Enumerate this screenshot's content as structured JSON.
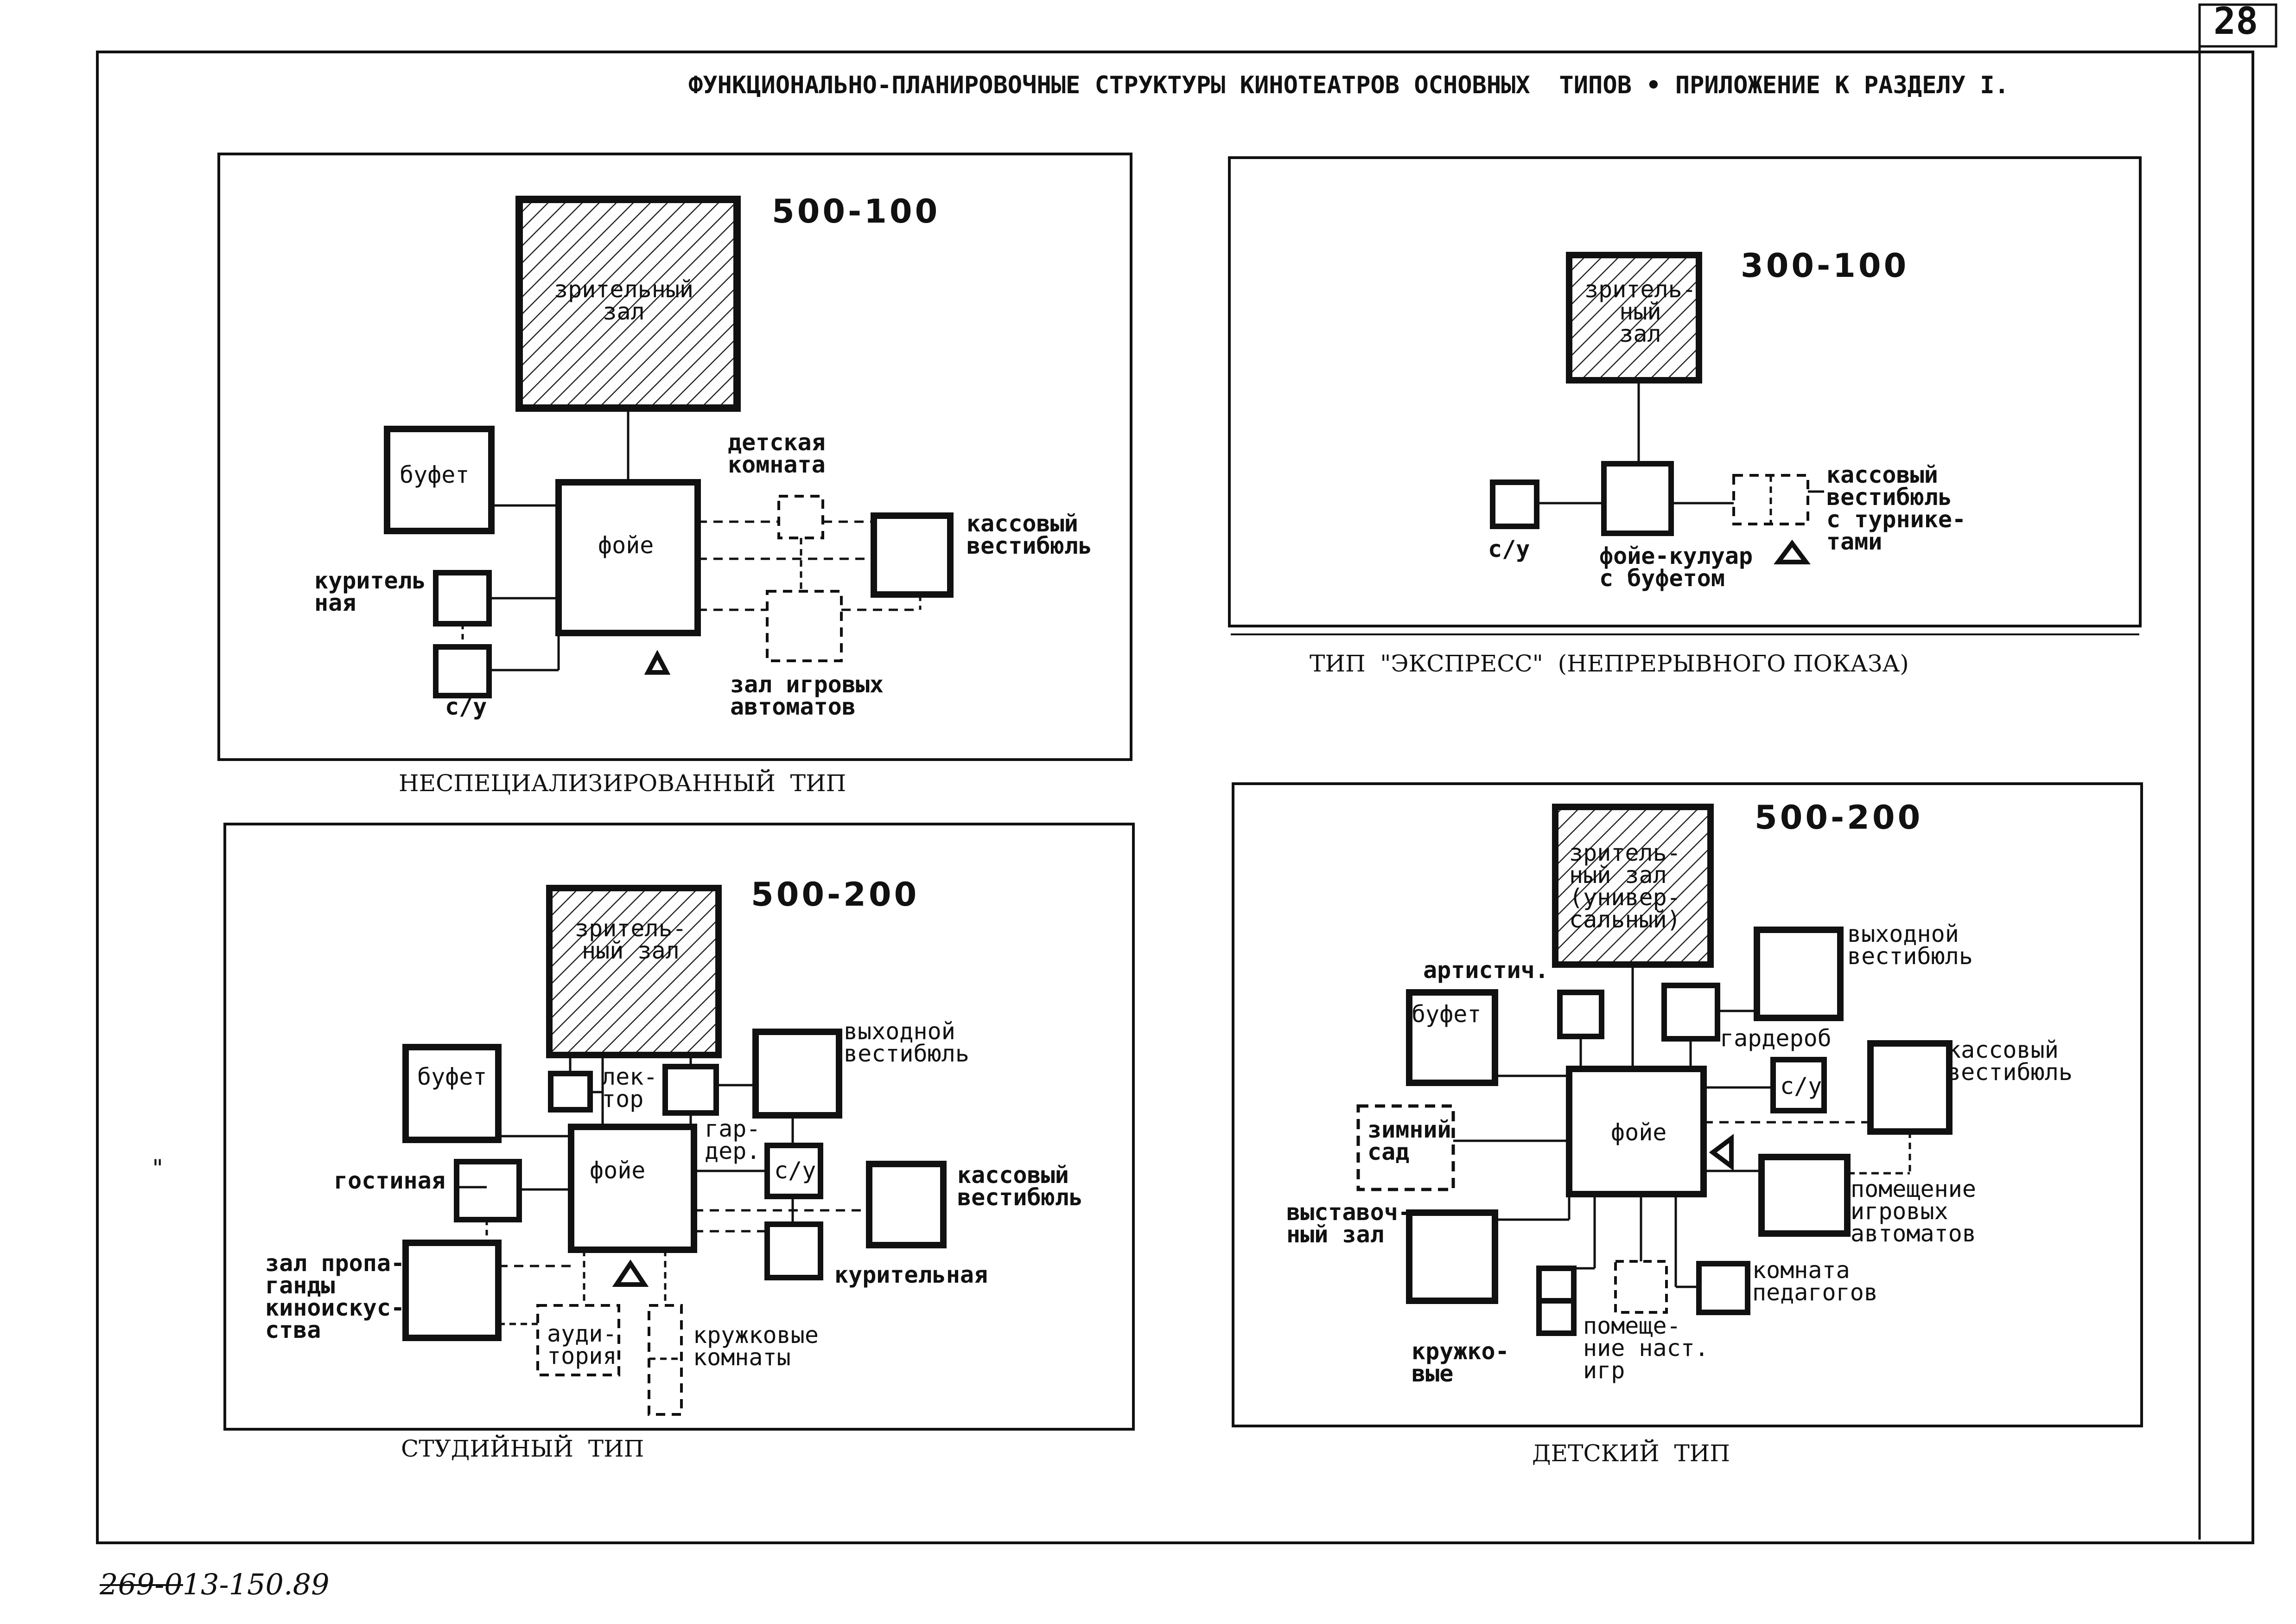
{
  "sheet": {
    "page_number": "28",
    "title": "ФУНКЦИОНАЛЬНО-ПЛАНИРОВОЧНЫЕ СТРУКТУРЫ КИНОТЕАТРОВ ОСНОВНЫХ  ТИПОВ • ПРИЛОЖЕНИЕ К РАЗДЕЛУ I.",
    "doc_code": "269-013-150.89",
    "stray_mark": "\""
  },
  "panels": {
    "nonspecialized": {
      "code": "500-100",
      "caption": "НЕСПЕЦИАЛИЗИРОВАННЫЙ  ТИП",
      "hall": "зрительный\nзал",
      "foyer": "фойе",
      "buffet": "буфет",
      "smoking": "куритель\nная",
      "wc": "с/у",
      "kids_room": "детская\nкомната",
      "ticket_lobby": "кассовый\nвестибюль",
      "arcade": "зал игровых\nавтоматов"
    },
    "express": {
      "code": "300-100",
      "caption": "ТИП  \"ЭКСПРЕСС\"  (НЕПРЕРЫВНОГО ПОКАЗА)",
      "hall": "зритель-\nный\nзал",
      "wc": "с/у",
      "foyer": "фойе-кулуар\nс буфетом",
      "ticket_lobby": "кассовый\nвестибюль\nс турнике-\nтами"
    },
    "studio": {
      "code": "500-200",
      "caption": "СТУДИЙНЫЙ  ТИП",
      "hall": "зритель-\nный зал",
      "buffet": "буфет",
      "lecture": "лек-\nтор",
      "wardrobe": "гар-\nдер.",
      "exit_lobby": "выходной\nвестибюль",
      "foyer": "фойе",
      "wc": "с/у",
      "lounge": "гостиная",
      "ticket_lobby": "кассовый\nвестибюль",
      "propaganda": "зал пропа-\nганды\nкиноискус-\nства",
      "smoking": "курительная",
      "auditorium": "ауди-\nтория",
      "clubs": "кружковые\nкомнаты"
    },
    "children": {
      "code": "500-200",
      "caption": "ДЕТСКИЙ  ТИП",
      "hall": "зритель-\nный зал\n(универ-\nсальный)",
      "exit_lobby": "выходной\nвестибюль",
      "artist": "артистич.",
      "buffet": "буфет",
      "wardrobe": "гардероб",
      "wc": "с/у",
      "ticket_lobby": "кассовый\nвестибюль",
      "winter_garden": "зимний\nсад",
      "foyer": "фойе",
      "arcade": "помещение\nигровых\nавтоматов",
      "exhibition": "выставоч-\nный зал",
      "teachers": "комната\nпедагогов",
      "clubs": "кружко-\nвые",
      "board_games": "помеще-\nние наст.\nигр"
    }
  }
}
